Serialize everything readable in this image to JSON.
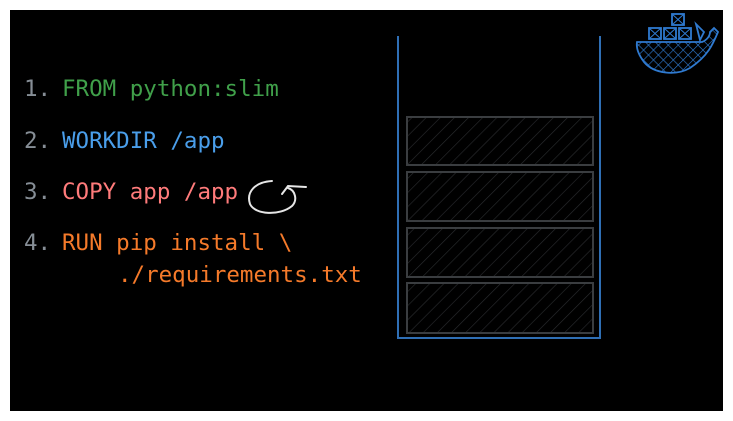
{
  "steps": [
    {
      "number": "1.",
      "text": "FROM python:slim",
      "color": "#40a04a"
    },
    {
      "number": "2.",
      "text": "WORKDIR /app",
      "color": "#4a9eea"
    },
    {
      "number": "3.",
      "text": "COPY app /app",
      "color": "#ff7b7b"
    },
    {
      "number": "4.",
      "text": "RUN pip install \\",
      "continuation": "./requirements.txt",
      "color": "#f57a2a"
    }
  ],
  "colors": {
    "stack": "#2f6fb5",
    "layer": "#3a3d40",
    "docker": "#2f7ad0",
    "arrow": "#e6e6e6"
  },
  "layers": 4
}
